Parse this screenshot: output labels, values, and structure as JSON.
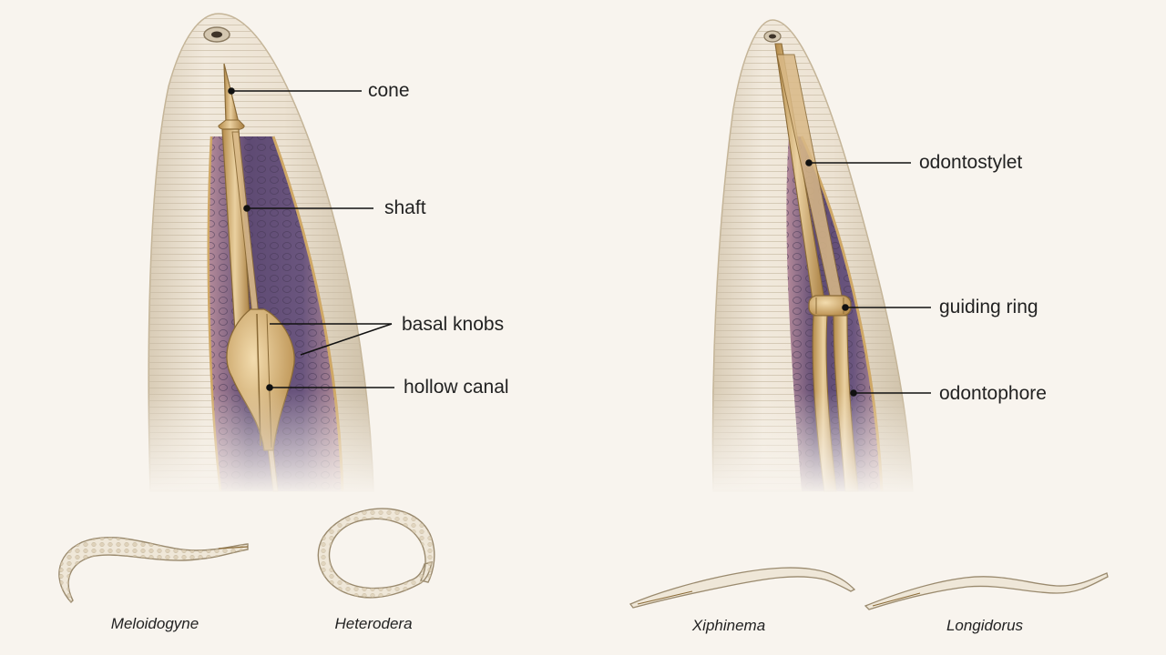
{
  "left_panel": {
    "labels": {
      "cone": "cone",
      "shaft": "shaft",
      "basal_knobs": "basal knobs",
      "hollow_canal": "hollow canal"
    },
    "species": [
      "Meloidogyne",
      "Heterodera"
    ]
  },
  "right_panel": {
    "labels": {
      "odontostylet": "odontostylet",
      "guiding_ring": "guiding ring",
      "odontophore": "odontophore"
    },
    "species": [
      "Xiphinema",
      "Longidorus"
    ]
  },
  "colors": {
    "background": "#f8f4ee",
    "cuticle": "#ece3d3",
    "stylet": "#cfa866",
    "tissue": "#6e5a80",
    "leader": "#111111"
  }
}
